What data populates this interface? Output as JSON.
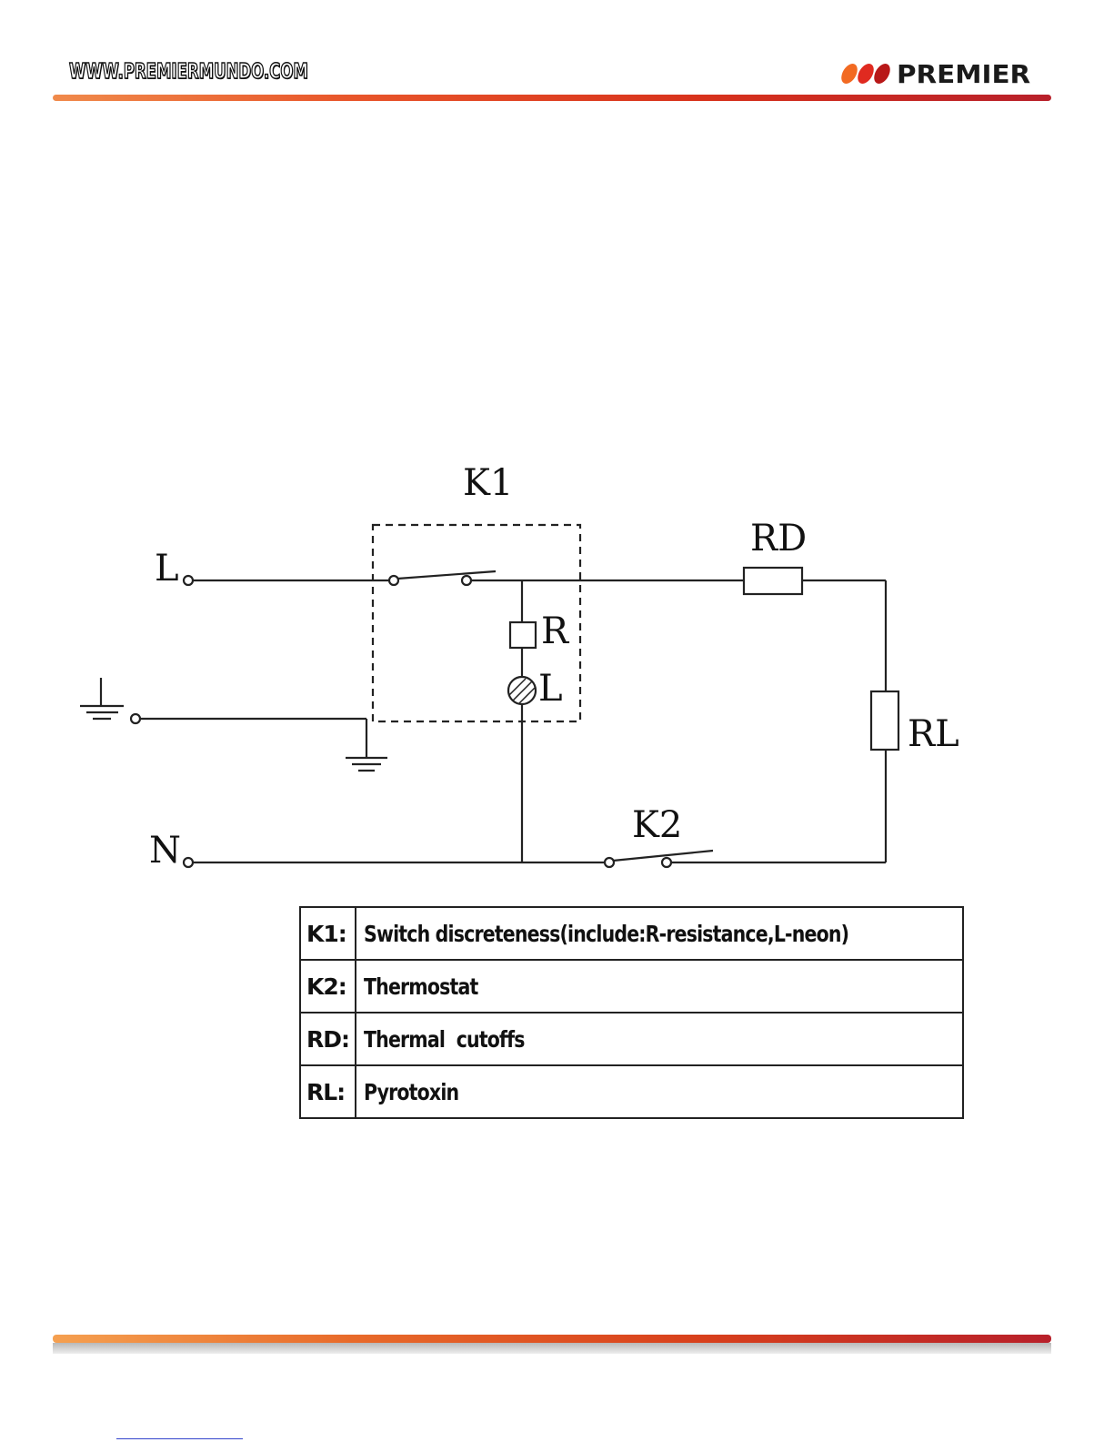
{
  "header": {
    "url": "WWW.PREMIERMUNDO.COM",
    "brand": "PREMIER",
    "brand_dot_colors": [
      "#f06020",
      "#e02020",
      "#b01818"
    ]
  },
  "diagram": {
    "labels": {
      "k1": "K1",
      "rd": "RD",
      "line": "L",
      "r": "R",
      "neon": "L",
      "rl": "RL",
      "neutral": "N",
      "k2": "K2"
    }
  },
  "legend": {
    "rows": [
      {
        "key": "K1:",
        "desc": "Switch discreteness(include:R-resistance,L-neon)"
      },
      {
        "key": "K2:",
        "desc": "Thermostat"
      },
      {
        "key": "RD:",
        "desc": "Thermal  cutoffs"
      },
      {
        "key": "RL:",
        "desc": "Pyrotoxin"
      }
    ]
  },
  "colors": {
    "accent": "#e0401e",
    "line": "#222222"
  }
}
